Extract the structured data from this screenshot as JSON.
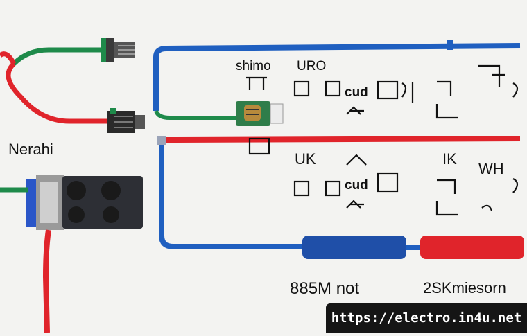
{
  "labels": {
    "shimo": "shimo",
    "uro": "URO",
    "nerahi": "Nerahi",
    "uk": "UK",
    "ik": "IK",
    "wh": "WH",
    "cud_upper": "cud",
    "cud_lower": "cud",
    "bottom_left": "885M not",
    "bottom_right": "2SKmiesorn"
  },
  "watermark": {
    "url": "https://electro.in4u.net"
  },
  "colors": {
    "wire_red": "#e0242b",
    "wire_green": "#1e8a4a",
    "wire_blue": "#1f5fc0",
    "background": "#f3f3f1"
  }
}
